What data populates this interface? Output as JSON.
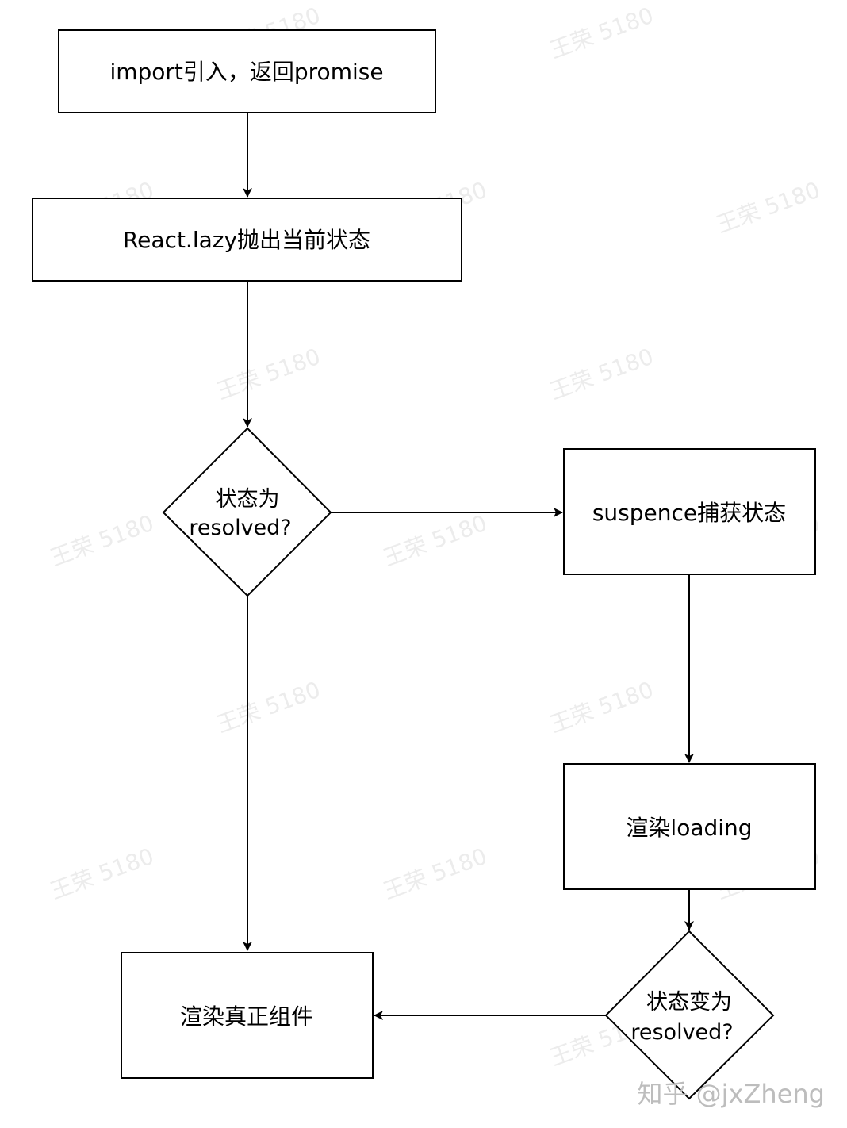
{
  "watermark": "王荣 5180",
  "credit": "知乎 @jxZheng",
  "nodes": {
    "import_promise": "import引入，返回promise",
    "react_lazy_throw": "React.lazy抛出当前状态",
    "is_resolved_line1": "状态为",
    "is_resolved_line2": "resolved?",
    "suspense_catch": "suspence捕获状态",
    "render_loading": "渲染loading",
    "becomes_resolved_line1": "状态变为",
    "becomes_resolved_line2": "resolved?",
    "render_real": "渲染真正组件"
  }
}
